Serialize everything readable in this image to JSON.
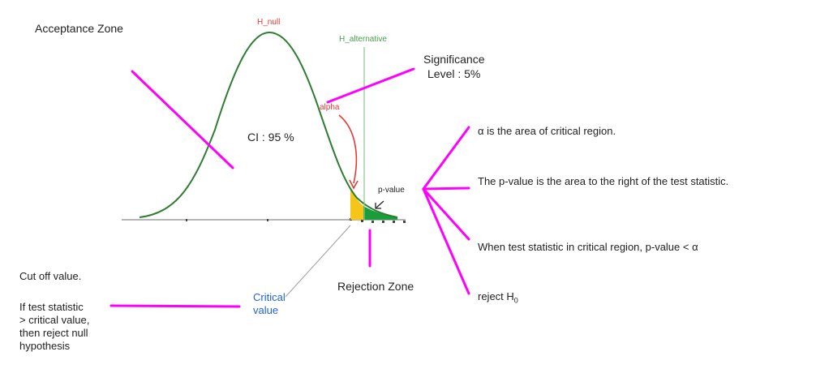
{
  "labels": {
    "acceptance_zone": "Acceptance Zone",
    "h_null": "H_null",
    "h_alternative": "H_alternative",
    "significance_line1": "Significance",
    "significance_line2": "Level : 5%",
    "alpha": "alpha",
    "ci": "CI  : 95 %",
    "p_value": "p-value",
    "rejection_zone": "Rejection Zone",
    "critical_line1": "Critical",
    "critical_line2": "value",
    "cutoff": "Cut off value.",
    "if_line1": "If test statistic",
    "if_line2": "> critical value,",
    "if_line3": "then reject null",
    "if_line4": "hypothesis",
    "note1": "α is the area of critical region.",
    "note2": "The p-value is the area to the right of the test statistic.",
    "note3": "When test statistic in critical region, p-value < α",
    "note4_main": "reject H",
    "note4_sub": "0"
  },
  "colors": {
    "curve": "#2e7d32",
    "h_null": "#e53935",
    "h_alternative": "#43a047",
    "alpha_label": "#e53935",
    "alpha_arrow": "#e53935",
    "critical_label": "#1e63d6",
    "yellow_fill": "#f5c518",
    "green_fill": "#1a9e3a",
    "annotation": "#ff00ff",
    "axis": "#999999"
  },
  "icons": {
    "alpha_arrow": "curved-arrow-icon",
    "p_value_arrow": "diagonal-arrow-icon"
  }
}
